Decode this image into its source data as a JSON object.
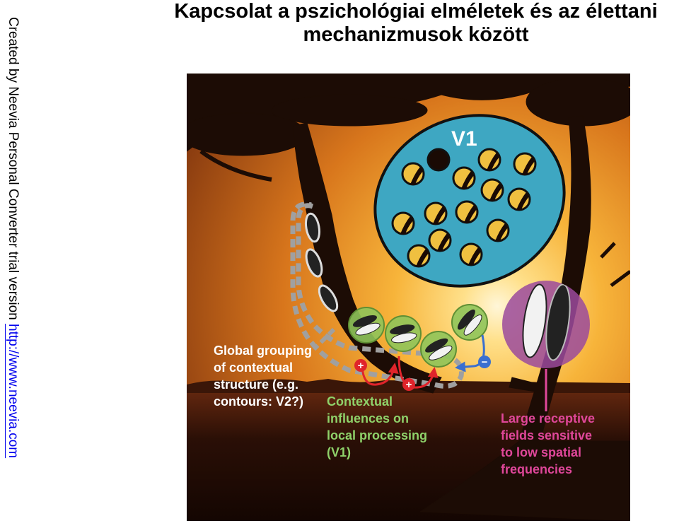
{
  "watermark": {
    "text": "Created by Neevia Personal Converter trial version ",
    "url": "http://www.neevia.com"
  },
  "title": {
    "line1": "Kapcsolat a pszichológiai elméletek és az élettani",
    "line2": "mechanizmusok között"
  },
  "figure": {
    "v1_label": "V1",
    "plus_sign": "+",
    "minus_sign": "−",
    "labels": {
      "global": [
        "Global grouping",
        "of contextual",
        "structure (e.g.",
        "contours: V2?)"
      ],
      "contextual": [
        "Contextual",
        "influences on",
        "local processing",
        "(V1)"
      ],
      "large": [
        "Large receptive",
        "fields sensitive",
        "to low spatial",
        "frequencies"
      ]
    },
    "colors": {
      "v1_fill": "#3ea7c2",
      "green_fill": "#8fc45a",
      "purple_fill": "#9b4a9c",
      "label_white": "#ffffff",
      "label_green": "#8fd26a",
      "label_magenta": "#e0479a",
      "plus_red": "#e0242b",
      "minus_blue": "#3a6fd0",
      "dashed_contour": "#a0a0a0"
    }
  }
}
